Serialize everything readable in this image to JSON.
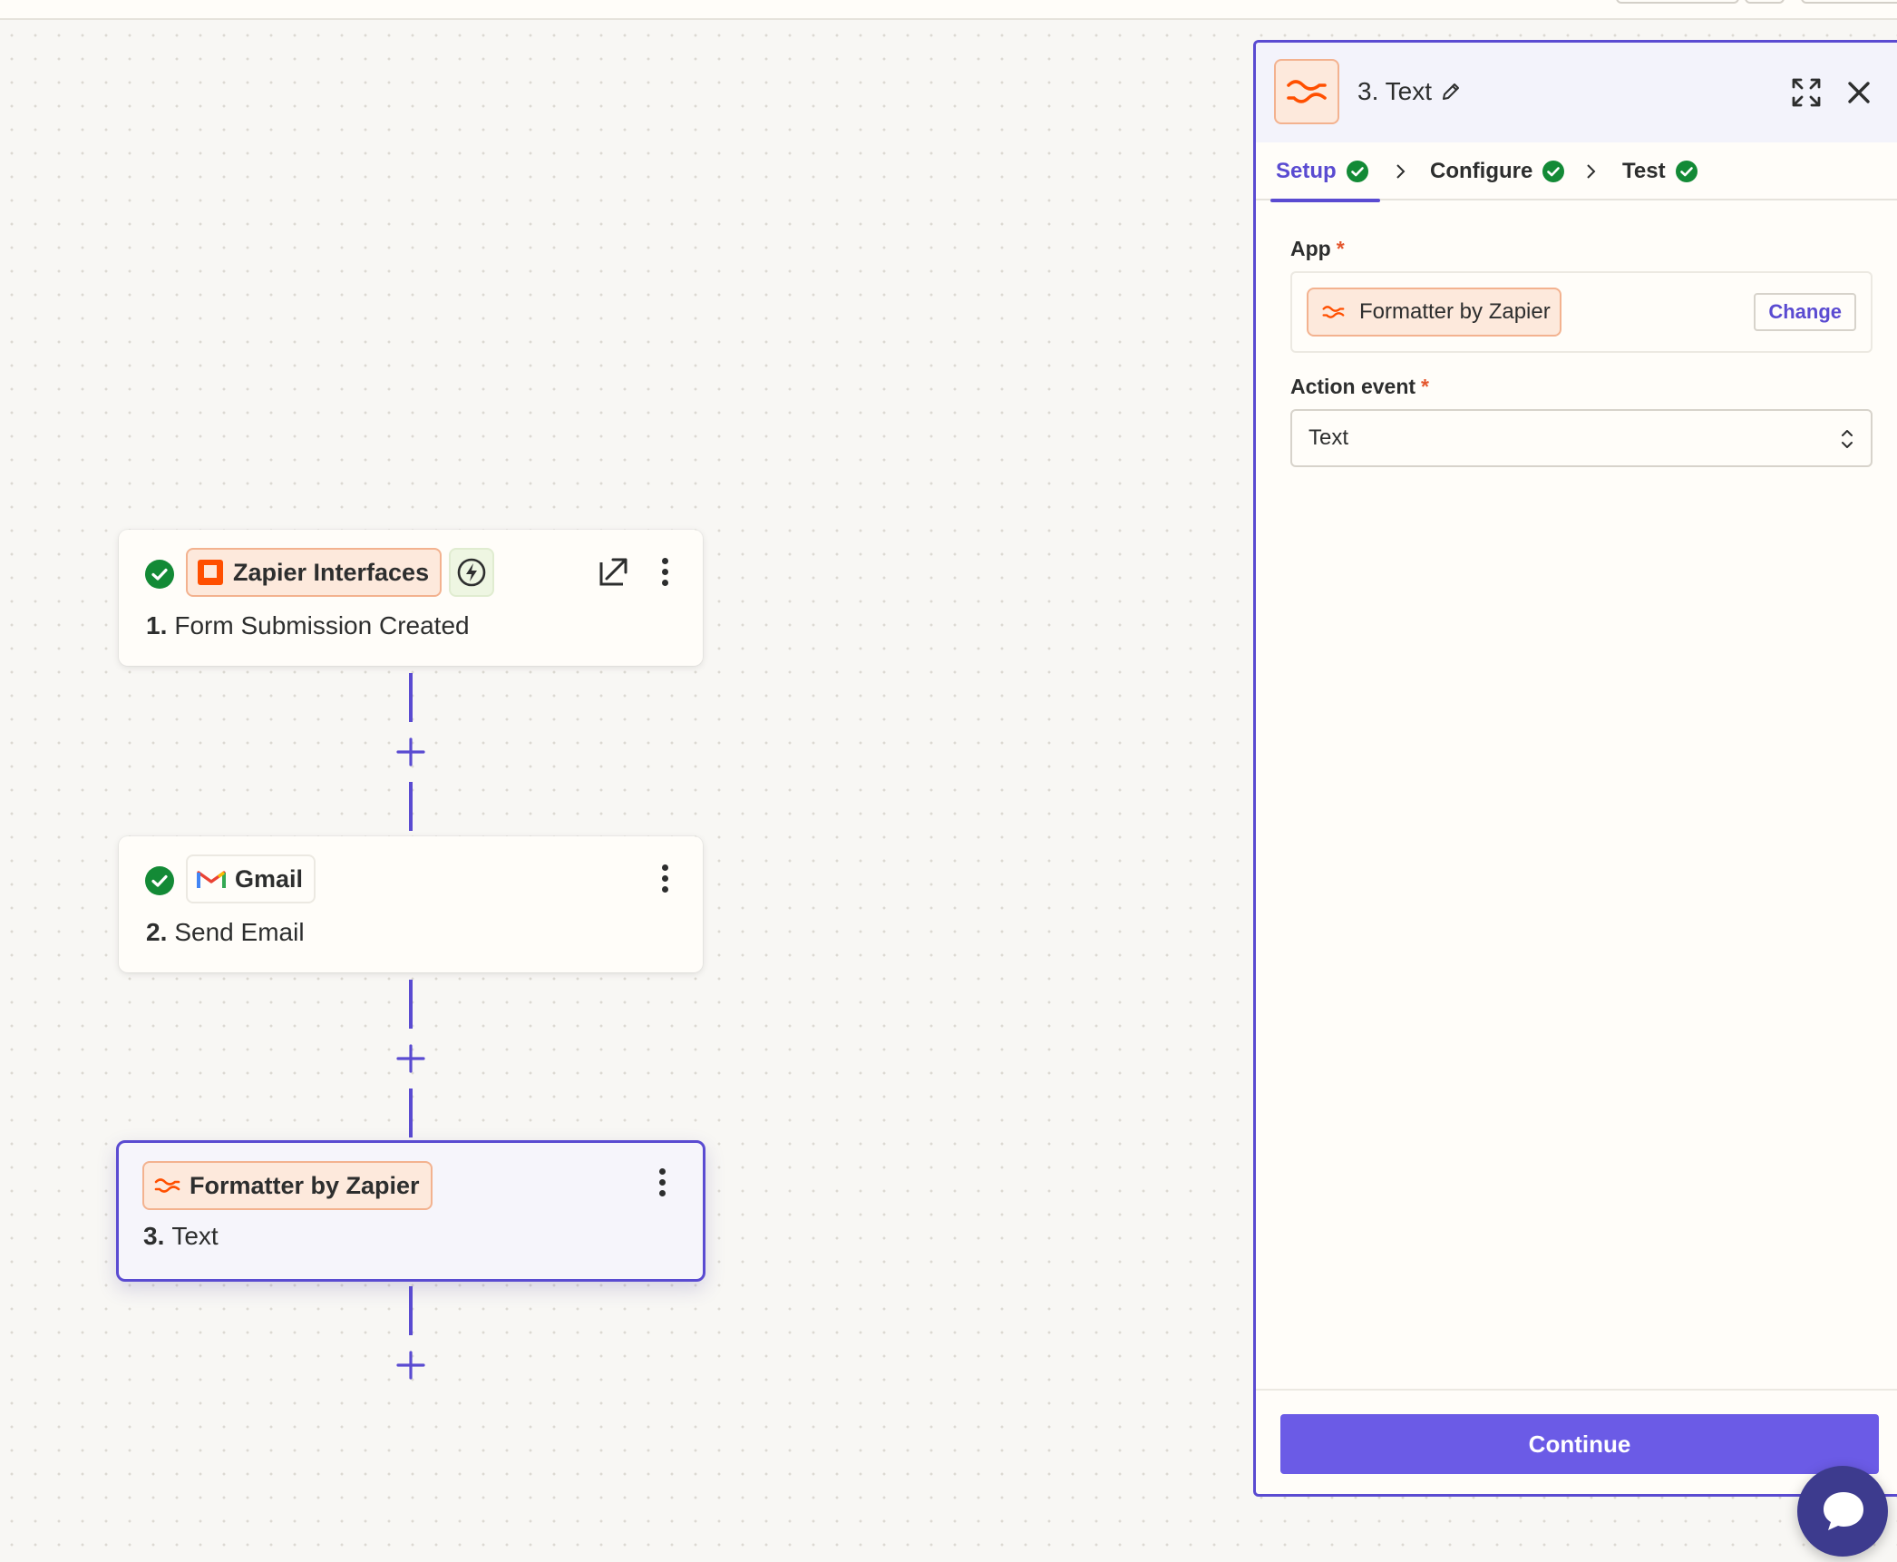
{
  "canvas": {
    "steps": [
      {
        "app": "Zapier Interfaces",
        "number": "1.",
        "title": "Form Submission Created",
        "status": "complete"
      },
      {
        "app": "Gmail",
        "number": "2.",
        "title": "Send Email",
        "status": "complete"
      },
      {
        "app": "Formatter by Zapier",
        "number": "3.",
        "title": "Text",
        "status": "selected"
      }
    ]
  },
  "panel": {
    "title": "3. Text",
    "tabs": [
      {
        "label": "Setup",
        "state": "active"
      },
      {
        "label": "Configure",
        "state": "complete"
      },
      {
        "label": "Test",
        "state": "complete"
      }
    ],
    "app_field": {
      "label": "App",
      "required_mark": "*",
      "value": "Formatter by Zapier",
      "change_label": "Change"
    },
    "action_event_field": {
      "label": "Action event",
      "required_mark": "*",
      "value": "Text"
    },
    "continue_label": "Continue"
  },
  "icons": {
    "check": "check-circle-icon",
    "formatter": "formatter-icon",
    "interfaces": "zapier-interfaces-icon",
    "gmail": "gmail-icon",
    "bolt": "bolt-icon",
    "open": "open-external-icon",
    "more": "more-vertical-icon",
    "add": "plus-icon",
    "edit": "pencil-icon",
    "expand": "expand-icon",
    "close": "close-icon",
    "chevron": "chevron-right-icon",
    "select": "chevron-up-down-icon",
    "chat": "chat-bubble-icon"
  },
  "colors": {
    "accent": "#5a4bd1",
    "button": "#6b5be6",
    "success": "#138a36",
    "formatter_orange": "#ff4f00",
    "chat": "#3d3b8e"
  }
}
